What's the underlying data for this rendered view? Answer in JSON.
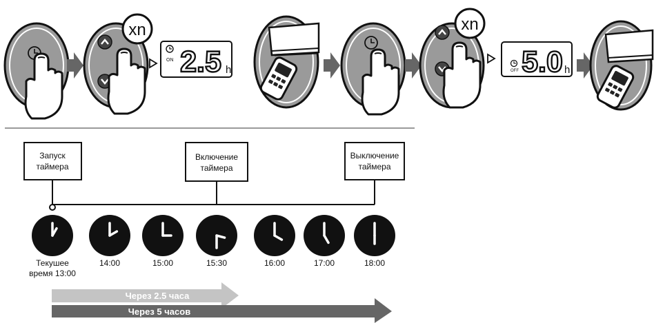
{
  "steps": {
    "repeat_badge": "xn",
    "display_on": {
      "value": "2.5",
      "unit": "h",
      "mode": "ON"
    },
    "display_off": {
      "value": "5.0",
      "unit": "h",
      "mode": "OFF"
    }
  },
  "timeline": {
    "boxes": {
      "start": [
        "Запуск",
        "таймера"
      ],
      "on": [
        "Включение",
        "таймера"
      ],
      "off": [
        "Выключение",
        "таймера"
      ]
    },
    "clocks": [
      {
        "label": [
          "Текушее",
          "время 13:00"
        ],
        "hour": 13,
        "minute": 0
      },
      {
        "label": [
          "14:00"
        ],
        "hour": 14,
        "minute": 0
      },
      {
        "label": [
          "15:00"
        ],
        "hour": 15,
        "minute": 0
      },
      {
        "label": [
          "15:30"
        ],
        "hour": 15,
        "minute": 30
      },
      {
        "label": [
          "16:00"
        ],
        "hour": 16,
        "minute": 0
      },
      {
        "label": [
          "17:00"
        ],
        "hour": 17,
        "minute": 0
      },
      {
        "label": [
          "18:00"
        ],
        "hour": 18,
        "minute": 0
      }
    ]
  },
  "arrows": {
    "after_2_5": "Через 2.5 часа",
    "after_5": "Через 5 часов"
  },
  "colors": {
    "panel": "#9a9a9a",
    "panel_dark": "#8c8c8c",
    "arrow_dark": "#666666",
    "arrow_light": "#c4c4c4",
    "clock_face": "#111111"
  }
}
